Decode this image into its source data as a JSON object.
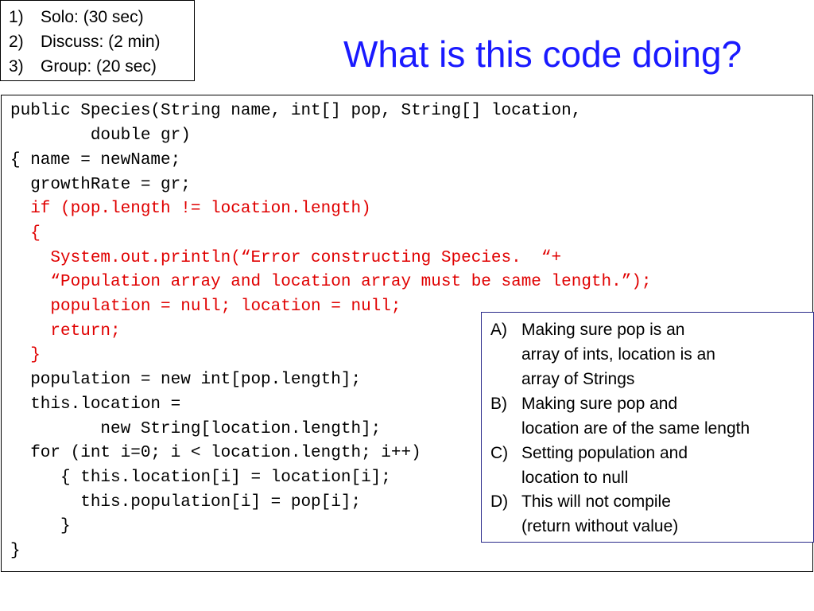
{
  "timing": [
    {
      "num": "1)",
      "text": "Solo: (30 sec)"
    },
    {
      "num": "2)",
      "text": "Discuss: (2 min)"
    },
    {
      "num": "3)",
      "text": "Group: (20 sec)"
    }
  ],
  "title": "What is this code doing?",
  "code": {
    "lines": [
      "public Species(String name, int[] pop, String[] location,",
      "        double gr)",
      "{ name = newName;",
      "  growthRate = gr;",
      "  if (pop.length != location.length)",
      "  {",
      "    System.out.println(“Error constructing Species.  “+",
      "    “Population array and location array must be same length.”);",
      "    population = null; location = null;",
      "    return;",
      "  }",
      "  population = new int[pop.length];",
      "  this.location =",
      "         new String[location.length];",
      "  for (int i=0; i < location.length; i++)",
      "     { this.location[i] = location[i];",
      "       this.population[i] = pop[i];",
      "     }",
      "}"
    ]
  },
  "answers": [
    {
      "letter": "A)",
      "lines": [
        "Making sure pop is an",
        "array of ints, location is an",
        "array of Strings"
      ]
    },
    {
      "letter": "B)",
      "lines": [
        "Making sure pop and",
        "location are of the same length"
      ]
    },
    {
      "letter": "C)",
      "lines": [
        "Setting population and",
        "location to null"
      ]
    },
    {
      "letter": "D)",
      "lines": [
        "This will not compile",
        "(return without value)"
      ]
    }
  ],
  "colors": {
    "title": "#1a1aff",
    "highlighted_code": "#e00000",
    "answers_border": "#2a2a8a"
  }
}
